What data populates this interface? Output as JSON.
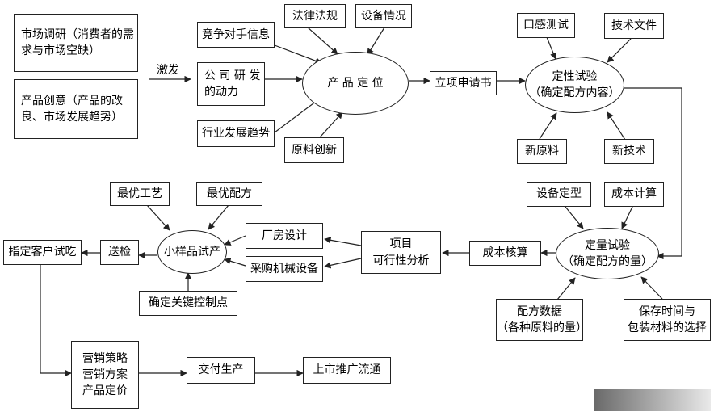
{
  "nodes": {
    "market_research": "市场调研（消费者的需\n求与市场空缺）",
    "product_idea": "产品创意（产品的改\n良、市场发展趋势）",
    "trigger": "激发",
    "competitor_info": "竞争对手信息",
    "company_motive": "公 司 研 发\n的动力",
    "industry_trend": "行业发展趋势",
    "laws": "法律法规",
    "equipment_status": "设备情况",
    "raw_innovation": "原料创新",
    "positioning": "产 品 定 位",
    "proposal": "立项申请书",
    "taste_test": "口感测试",
    "tech_docs": "技术文件",
    "qual_test": "定性试验\n（确定配方内容）",
    "new_material": "新原料",
    "new_tech": "新技术",
    "equipment_final": "设备定型",
    "cost_calc": "成本计算",
    "quant_test": "定量试验\n（确定配方的量）",
    "recipe_data": "配方数据\n（各种原料的量）",
    "shelf_pack": "保存时间与\n包装材料的选择",
    "cost_accounting": "成本核算",
    "feasibility": "项目\n可行性分析",
    "plant_design": "厂房设计",
    "purchase_equipment": "采购机械设备",
    "best_process": "最优工艺",
    "best_recipe": "最优配方",
    "pilot": "小样品试产",
    "key_control": "确定关键控制点",
    "send_inspect": "送检",
    "customer_trial": "指定客户试吃",
    "marketing": "营销策略\n营销方案\n产品定价",
    "deliver": "交付生产",
    "launch": "上市推广流通"
  }
}
